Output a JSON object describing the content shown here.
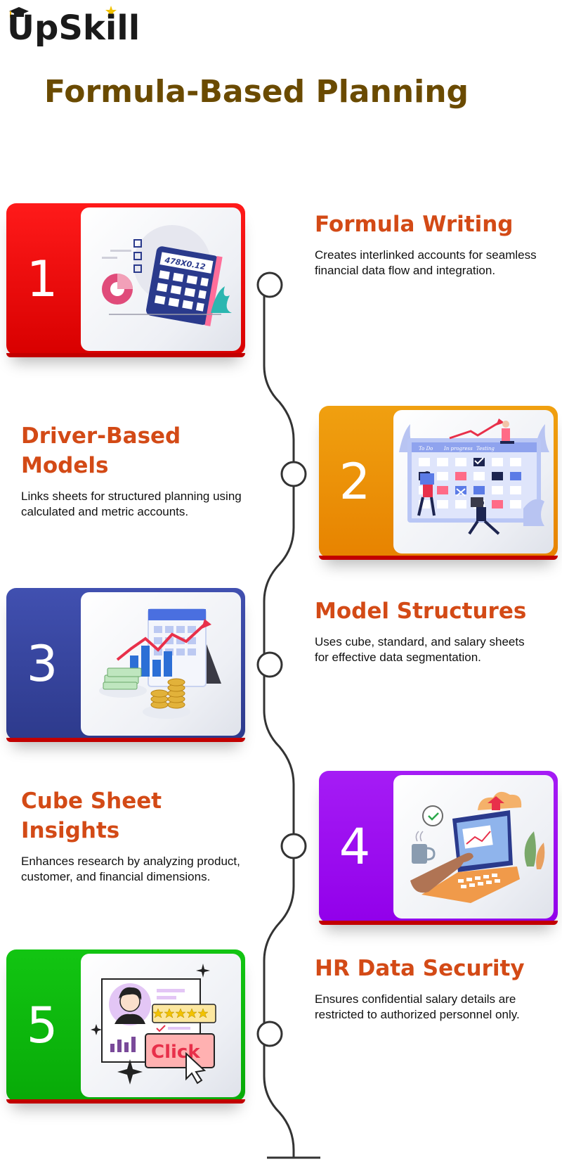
{
  "brand": {
    "name": "UpSkill"
  },
  "title": "Formula-Based Planning",
  "colors": {
    "title": "#6a4a00",
    "heading": "#d34a16",
    "step1": "#e60000",
    "step2": "#ec8c08",
    "step3": "#36449e",
    "step4": "#9d10f0",
    "step5": "#0db80d"
  },
  "steps": [
    {
      "number": "1",
      "heading": "Formula Writing",
      "description": "Creates interlinked accounts for seamless financial data flow and integration.",
      "illustration": {
        "icon": "calculator-icon",
        "display": "478X0.12"
      }
    },
    {
      "number": "2",
      "heading": "Driver-Based Models",
      "description": "Links sheets for structured planning using calculated and metric accounts.",
      "illustration": {
        "icon": "kanban-board-icon",
        "columns": [
          "To Do",
          "In progress",
          "Testing"
        ]
      }
    },
    {
      "number": "3",
      "heading": "Model Structures",
      "description": "Uses cube, standard, and salary sheets for effective data segmentation.",
      "illustration": {
        "icon": "financial-growth-icon"
      }
    },
    {
      "number": "4",
      "heading": "Cube Sheet Insights",
      "description": "Enhances research by analyzing product, customer, and financial dimensions.",
      "illustration": {
        "icon": "laptop-analytics-icon"
      }
    },
    {
      "number": "5",
      "heading": "HR Data Security",
      "description": "Ensures confidential salary details are restricted to authorized personnel only.",
      "illustration": {
        "icon": "profile-click-icon",
        "button": "Click"
      }
    }
  ]
}
